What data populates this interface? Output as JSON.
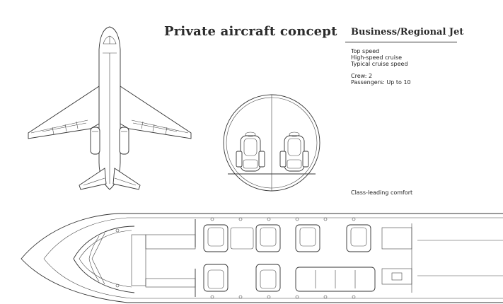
{
  "header": {
    "title": "Private aircraft concept",
    "subtitle": "Business/Regional Jet"
  },
  "specs": {
    "speeds": [
      "Top speed",
      "High-speed cruise",
      "Typical cruise speed"
    ],
    "crew": "Crew: 2",
    "passengers": "Passengers: Up to 10"
  },
  "cross_section": {
    "caption": "Class-leading comfort"
  }
}
